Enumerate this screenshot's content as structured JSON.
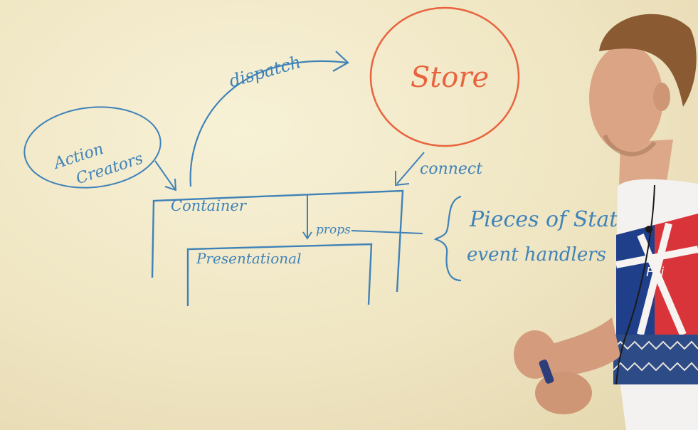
{
  "whiteboard": {
    "store": "Store",
    "dispatch": "dispatch",
    "action_creators_line1": "Action",
    "action_creators_line2": "Creators",
    "connect": "connect",
    "container": "Container",
    "presentational": "Presentational",
    "props": "props",
    "pieces_of_state": "Pieces of State",
    "event_handlers": "event handlers",
    "shirt_logo": "Fiji"
  },
  "colors": {
    "marker_blue": "#3f82b8",
    "marker_red": "#e8643f",
    "board": "#f2e9c8"
  }
}
